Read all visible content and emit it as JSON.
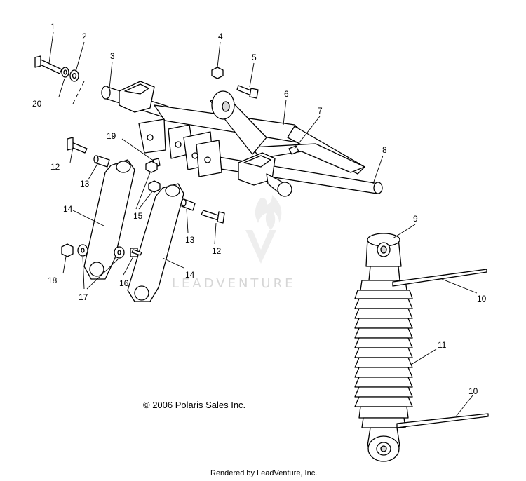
{
  "diagram": {
    "callouts": [
      "1",
      "2",
      "3",
      "4",
      "5",
      "6",
      "7",
      "8",
      "9",
      "10",
      "11",
      "12",
      "13",
      "14",
      "15",
      "16",
      "17",
      "18",
      "19",
      "20"
    ],
    "watermark": "LEADVENTURE",
    "copyright": "© 2006 Polaris Sales Inc.",
    "rendered_by": "Rendered by LeadVenture, Inc."
  }
}
